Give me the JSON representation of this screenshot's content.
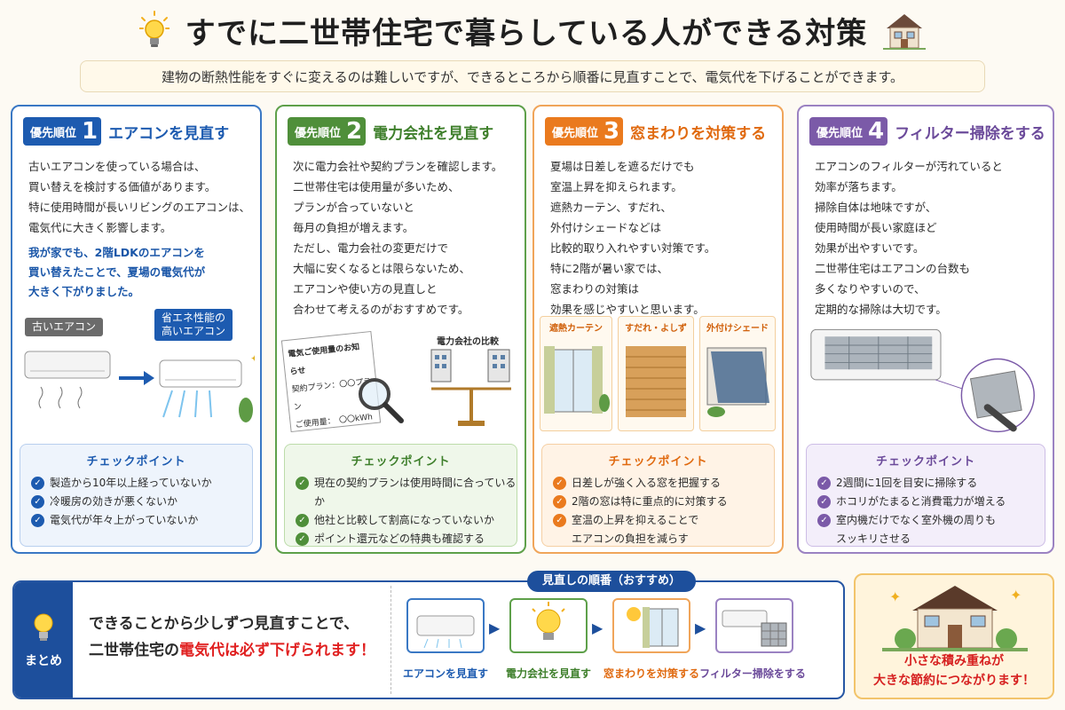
{
  "header": {
    "title": "すでに二世帯住宅で暮らしている人ができる対策",
    "subtitle": "建物の断熱性能をすぐに変えるのは難しいですが、できるところから順番に見直すことで、電気代を下げることができます。"
  },
  "cards": [
    {
      "rank_label": "優先順位",
      "rank": "1",
      "title": "エアコンを見直す",
      "body": "古いエアコンを使っている場合は、\n買い替えを検討する価値があります。\n特に使用時間が長いリビングのエアコンは、\n電気代に大きく影響します。",
      "highlight": "我が家でも、2階LDKのエアコンを\n買い替えたことで、夏場の電気代が\n大きく下がりました。",
      "old_tag": "古いエアコン",
      "new_tag": "省エネ性能の\n高いエアコン",
      "check_title": "チェックポイント",
      "checks": [
        "製造から10年以上経っていないか",
        "冷暖房の効きが悪くないか",
        "電気代が年々上がっていないか"
      ]
    },
    {
      "rank_label": "優先順位",
      "rank": "2",
      "title": "電力会社を見直す",
      "body": "次に電力会社や契約プランを確認します。\n二世帯住宅は使用量が多いため、\nプランが合っていないと\n毎月の負担が増えます。\nただし、電力会社の変更だけで\n大幅に安くなるとは限らないため、\nエアコンや使い方の見直しと\n合わせて考えるのがおすすめです。",
      "doc_title": "電気ご使用量のお知らせ",
      "doc_line1": "契約プラン：〇〇プラン",
      "doc_line2": "ご使用量：　〇〇kWh",
      "compare_label": "電力会社の比較",
      "check_title": "チェックポイント",
      "checks": [
        "現在の契約プランは使用時間に合っているか",
        "他社と比較して割高になっていないか",
        "ポイント還元などの特典も確認する"
      ]
    },
    {
      "rank_label": "優先順位",
      "rank": "3",
      "title": "窓まわりを対策する",
      "body": "夏場は日差しを遮るだけでも\n室温上昇を抑えられます。\n遮熱カーテン、すだれ、\n外付けシェードなどは\n比較的取り入れやすい対策です。\n特に2階が暑い家では、\n窓まわりの対策は\n効果を感じやすいと思います。",
      "items": [
        "遮熱カーテン",
        "すだれ・よしず",
        "外付けシェード"
      ],
      "check_title": "チェックポイント",
      "checks": [
        "日差しが強く入る窓を把握する",
        "2階の窓は特に重点的に対策する",
        "室温の上昇を抑えることで\nエアコンの負担を減らす"
      ]
    },
    {
      "rank_label": "優先順位",
      "rank": "4",
      "title": "フィルター掃除をする",
      "body": "エアコンのフィルターが汚れていると\n効率が落ちます。\n掃除自体は地味ですが、\n使用時間が長い家庭ほど\n効果が出やすいです。\n二世帯住宅はエアコンの台数も\n多くなりやすいので、\n定期的な掃除は大切です。",
      "check_title": "チェックポイント",
      "checks": [
        "2週間に1回を目安に掃除する",
        "ホコリがたまると消費電力が増える",
        "室内機だけでなく室外機の周りも\nスッキリさせる"
      ]
    }
  ],
  "summary": {
    "label": "まとめ",
    "line1": "できることから少しずつ見直すことで、",
    "line2_a": "二世帯住宅の",
    "line2_red": "電気代は必ず下げられます！",
    "flow_title": "見直しの順番（おすすめ）",
    "flow": [
      "エアコンを見直す",
      "電力会社を見直す",
      "窓まわりを対策する",
      "フィルター掃除をする"
    ]
  },
  "goal": {
    "text": "小さな積み重ねが\n大きな節約につながります！"
  },
  "colors": {
    "blue": "#1d5bb0",
    "green": "#4f8f3a",
    "orange": "#ea7a1e",
    "purple": "#7b5aa8",
    "red": "#e02020"
  }
}
